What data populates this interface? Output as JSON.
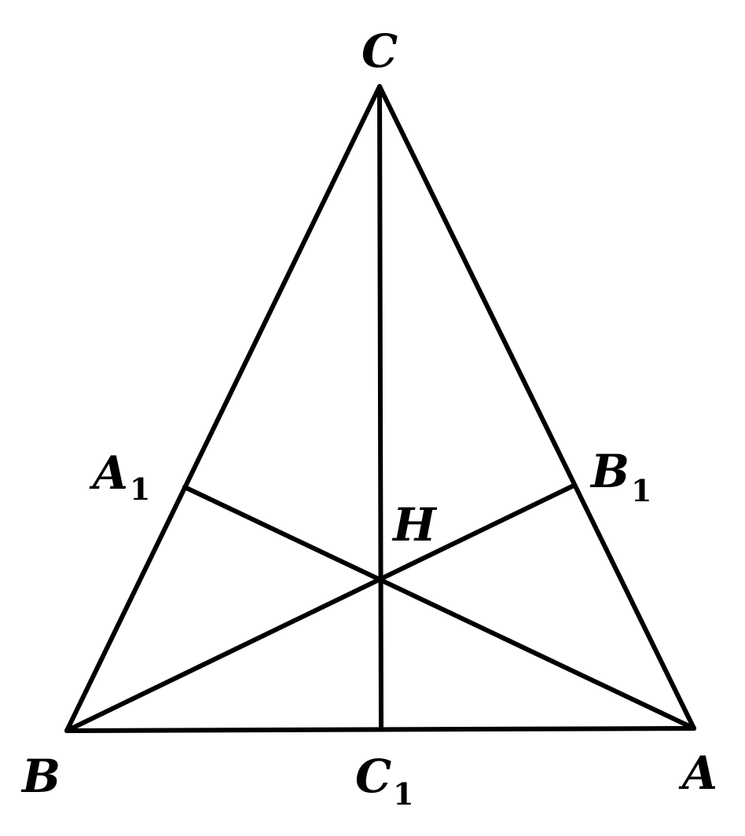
{
  "figure": {
    "points": {
      "C": {
        "letter": "C",
        "sub": ""
      },
      "A1": {
        "letter": "A",
        "sub": "1"
      },
      "B1": {
        "letter": "B",
        "sub": "1"
      },
      "H": {
        "letter": "H",
        "sub": ""
      },
      "B": {
        "letter": "B",
        "sub": ""
      },
      "C1": {
        "letter": "C",
        "sub": "1"
      },
      "A": {
        "letter": "A",
        "sub": ""
      }
    },
    "colors": {
      "line": "#000000",
      "background": "#ffffff"
    }
  }
}
